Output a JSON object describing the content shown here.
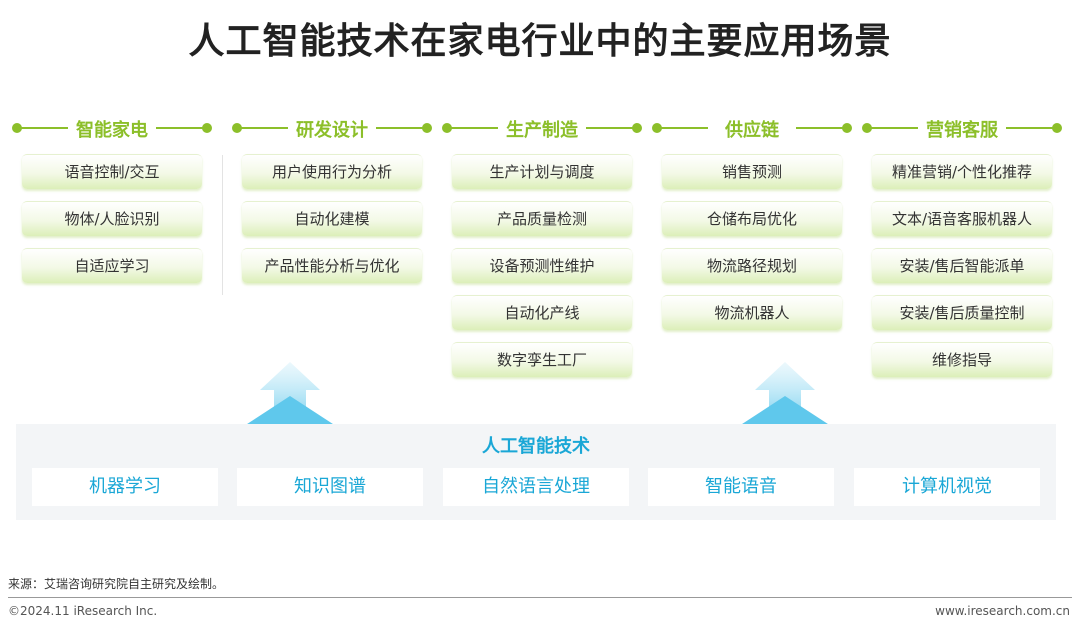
{
  "title": "人工智能技术在家电行业中的主要应用场景",
  "columns": [
    {
      "heading": "智能家电",
      "items": [
        "语音控制/交互",
        "物体/人脸识别",
        "自适应学习"
      ]
    },
    {
      "heading": "研发设计",
      "items": [
        "用户使用行为分析",
        "自动化建模",
        "产品性能分析与优化"
      ]
    },
    {
      "heading": "生产制造",
      "items": [
        "生产计划与调度",
        "产品质量检测",
        "设备预测性维护",
        "自动化产线",
        "数字孪生工厂"
      ]
    },
    {
      "heading": "供应链",
      "items": [
        "销售预测",
        "仓储布局优化",
        "物流路径规划",
        "物流机器人"
      ]
    },
    {
      "heading": "营销客服",
      "items": [
        "精准营销/个性化推荐",
        "文本/语音客服机器人",
        "安装/售后智能派单",
        "安装/售后质量控制",
        "维修指导"
      ]
    }
  ],
  "technology": {
    "title": "人工智能技术",
    "items": [
      "机器学习",
      "知识图谱",
      "自然语言处理",
      "智能语音",
      "计算机视觉"
    ]
  },
  "footer": {
    "source": "来源：艾瑞咨询研究院自主研究及绘制。",
    "copyright": "©2024.11 iResearch Inc.",
    "website": "www.iresearch.com.cn"
  },
  "colors": {
    "accent_green": "#8cbf2a",
    "accent_blue": "#1aa7d6"
  },
  "icons": [
    "up-arrow-icon"
  ]
}
